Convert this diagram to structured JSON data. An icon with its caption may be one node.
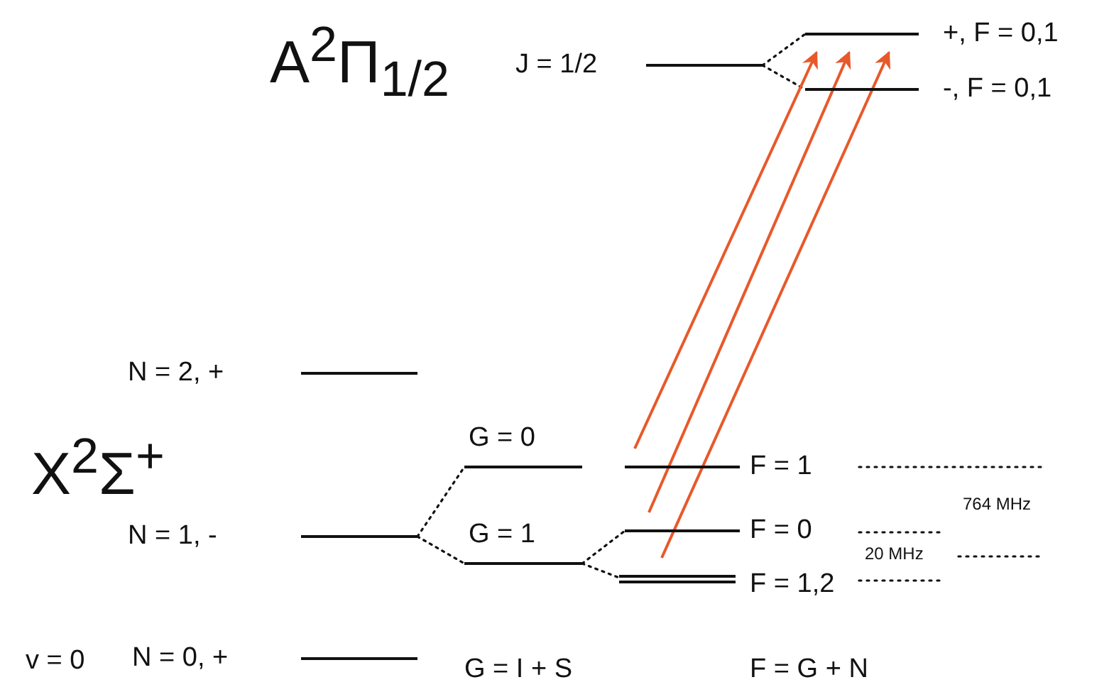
{
  "diagram": {
    "nodes": [
      {
        "text": [
          "J = 1/2"
        ]
      },
      {
        "text": [
          "+, F = 0,1"
        ]
      },
      {
        "text": [
          "-, F = 0,1"
        ]
      },
      {
        "text": [
          "N = 2, +"
        ]
      },
      {
        "text": [
          "N = 1, -"
        ]
      },
      {
        "text": [
          "G = 0"
        ]
      },
      {
        "text": [
          "G = 1"
        ]
      },
      {
        "text": [
          "F = 1"
        ]
      },
      {
        "text": [
          "F = 0"
        ]
      },
      {
        "text": [
          "F = 1,2"
        ]
      },
      {
        "text": [
          "N = 0, +"
        ]
      }
    ],
    "edges": [
      {
        "from": 0,
        "to": 1,
        "arrow": "none",
        "style": "dashed"
      },
      {
        "from": 0,
        "to": 2,
        "arrow": "none",
        "style": "dashed"
      },
      {
        "from": 4,
        "to": 5,
        "arrow": "none",
        "style": "dashed"
      },
      {
        "from": 4,
        "to": 6,
        "arrow": "none",
        "style": "dashed"
      },
      {
        "from": 6,
        "to": 8,
        "arrow": "none",
        "style": "dashed"
      },
      {
        "from": 6,
        "to": 9,
        "arrow": "none",
        "style": "dashed"
      },
      {
        "from": 7,
        "to": 1,
        "arrow": "to",
        "color": "#e8592a"
      },
      {
        "from": 8,
        "to": 1,
        "arrow": "to",
        "color": "#e8592a"
      },
      {
        "from": 9,
        "to": 1,
        "arrow": "to",
        "color": "#e8592a"
      }
    ],
    "labels": [
      "A$^{2}$Π$_{1/2}$",
      "X$^{2}$Σ$^{+}$",
      "764 MHz",
      "20 MHz",
      "v = 0",
      "G = I + S",
      "F = G + N"
    ]
  }
}
